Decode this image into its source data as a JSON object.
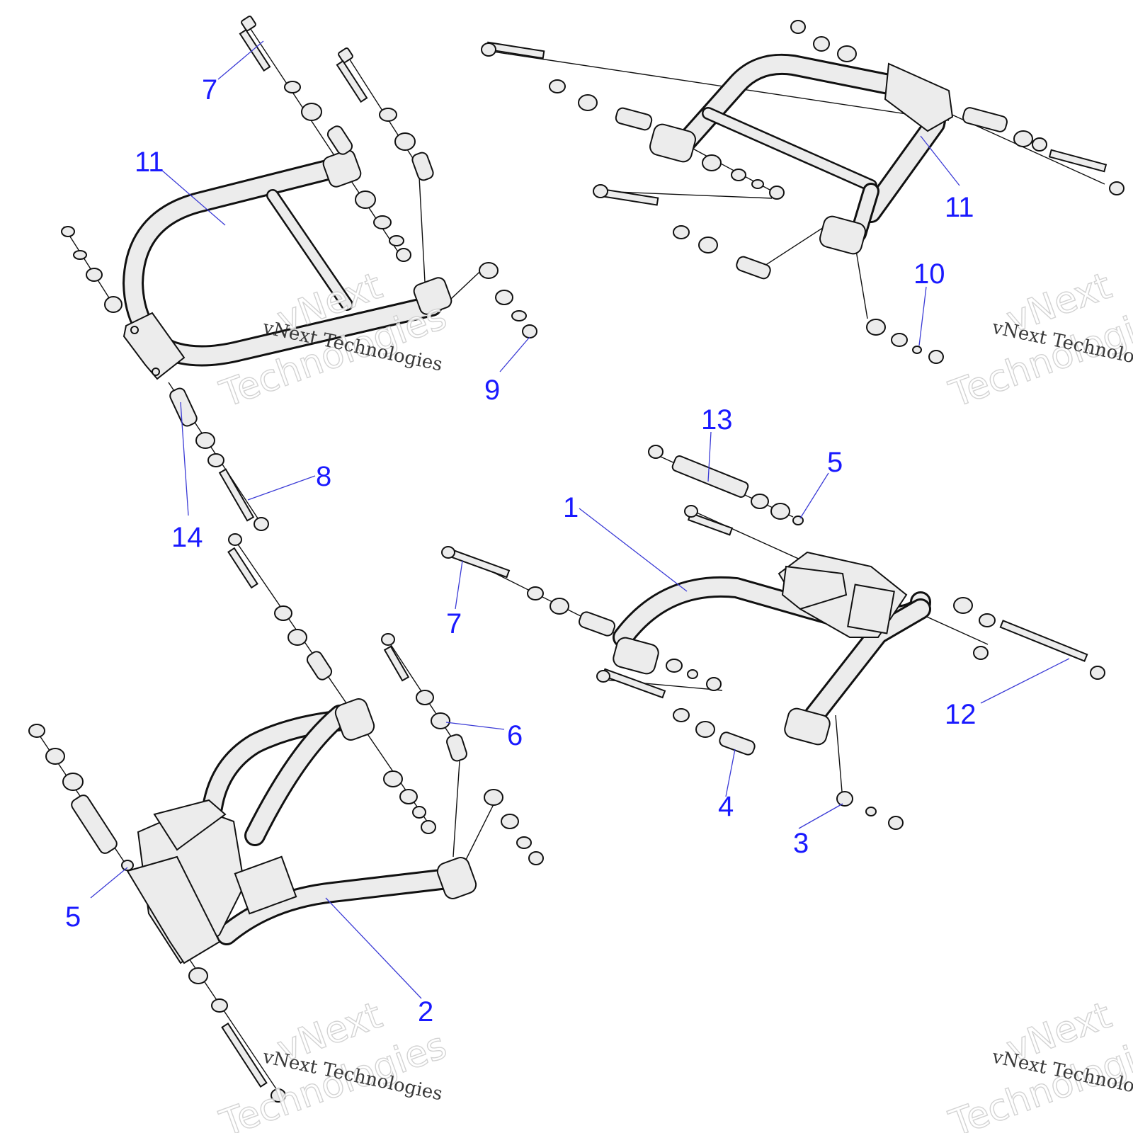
{
  "diagram": {
    "callouts": [
      {
        "id": "c7a",
        "label": "7"
      },
      {
        "id": "c11a",
        "label": "11"
      },
      {
        "id": "c9",
        "label": "9"
      },
      {
        "id": "c8",
        "label": "8"
      },
      {
        "id": "c14",
        "label": "14"
      },
      {
        "id": "c11b",
        "label": "11"
      },
      {
        "id": "c10",
        "label": "10"
      },
      {
        "id": "c13",
        "label": "13"
      },
      {
        "id": "c5a",
        "label": "5"
      },
      {
        "id": "c1",
        "label": "1"
      },
      {
        "id": "c7b",
        "label": "7"
      },
      {
        "id": "c12",
        "label": "12"
      },
      {
        "id": "c4",
        "label": "4"
      },
      {
        "id": "c3",
        "label": "3"
      },
      {
        "id": "c6",
        "label": "6"
      },
      {
        "id": "c5b",
        "label": "5"
      },
      {
        "id": "c2",
        "label": "2"
      }
    ],
    "watermark": {
      "line1": "vNext",
      "line2": "Technologies",
      "small": "vNext Technologies"
    },
    "colors": {
      "callout": "#1a1aff",
      "leader": "#3b3bd6",
      "part_fill": "#ececec",
      "outline": "#111111"
    }
  }
}
